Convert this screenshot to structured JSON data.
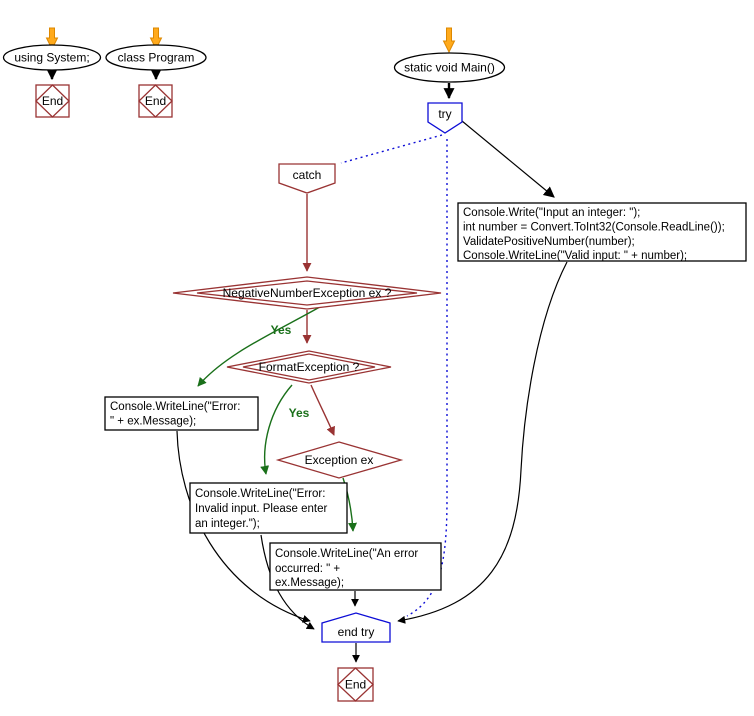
{
  "colors": {
    "ink": "#000000",
    "red": "#993333",
    "blue": "#0d0dd6",
    "green": "#1a701a",
    "orange": "#ffaa1c",
    "orange_dark": "#dd8800",
    "bg": "#ffffff"
  },
  "nodes": {
    "using_system": {
      "label": "using System;"
    },
    "class_program": {
      "label": "class Program"
    },
    "main": {
      "label": "static void Main()"
    },
    "try_block": {
      "label": "try"
    },
    "catch_block": {
      "label": "catch"
    },
    "end_try": {
      "label": "end try"
    },
    "end_using": {
      "label": "End"
    },
    "end_class": {
      "label": "End"
    },
    "end_main": {
      "label": "End"
    },
    "cond_negative": {
      "label": "NegativeNumberException ex ?"
    },
    "cond_format": {
      "label": "FormatException ?"
    },
    "cond_exception": {
      "label": "Exception ex"
    },
    "code_input": {
      "lines": [
        "Console.Write(\"Input an integer: \");",
        "int number = Convert.ToInt32(Console.ReadLine());",
        "ValidatePositiveNumber(number);",
        "Console.WriteLine(\"Valid input: \" + number);"
      ]
    },
    "code_error_message": {
      "lines": [
        "Console.WriteLine(\"Error:",
        "\" + ex.Message);"
      ]
    },
    "code_invalid_input": {
      "lines": [
        "Console.WriteLine(\"Error:",
        "Invalid input. Please enter",
        "an integer.\");"
      ]
    },
    "code_an_error": {
      "lines": [
        "Console.WriteLine(\"An error",
        "occurred: \" +",
        "ex.Message);"
      ]
    }
  },
  "edge_labels": {
    "yes_negative": "Yes",
    "yes_format": "Yes"
  }
}
